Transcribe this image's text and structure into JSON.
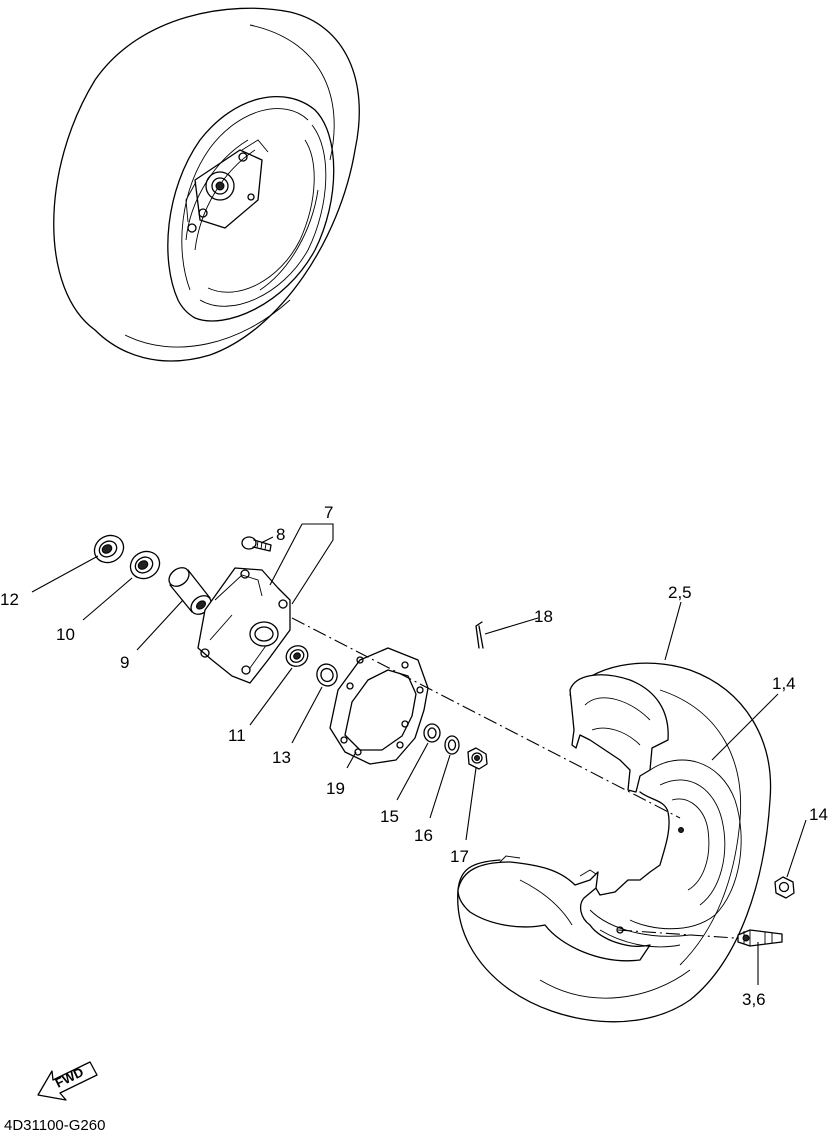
{
  "labels": {
    "p1_4": "1,4",
    "p2_5": "2,5",
    "p3_6": "3,6",
    "p7": "7",
    "p8": "8",
    "p9": "9",
    "p10": "10",
    "p11": "11",
    "p12": "12",
    "p13": "13",
    "p14": "14",
    "p15": "15",
    "p16": "16",
    "p17": "17",
    "p18": "18",
    "p19": "19"
  },
  "fwd_label": "FWD",
  "diagram_code": "4D31100-G260"
}
